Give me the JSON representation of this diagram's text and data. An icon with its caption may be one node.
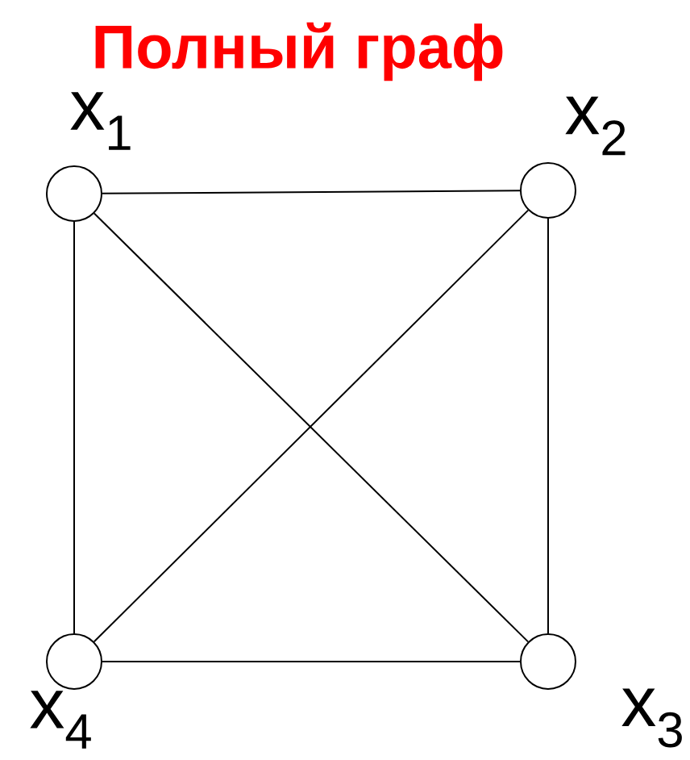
{
  "diagram": {
    "title": "Полный граф",
    "nodes": [
      {
        "text": [],
        "shape": "circle",
        "beside": [
          "x$_{1}$"
        ]
      },
      {
        "text": [],
        "shape": "circle",
        "beside": [
          "x$_{2}$"
        ]
      },
      {
        "text": [],
        "shape": "circle",
        "beside": [
          "x$_{3}$"
        ]
      },
      {
        "text": [],
        "shape": "circle",
        "beside": [
          "x$_{4}$"
        ]
      }
    ],
    "edges": [
      {
        "from": 0,
        "to": 1,
        "arrow": "none"
      },
      {
        "from": 1,
        "to": 2,
        "arrow": "none"
      },
      {
        "from": 2,
        "to": 3,
        "arrow": "none"
      },
      {
        "from": 3,
        "to": 0,
        "arrow": "none"
      },
      {
        "from": 0,
        "to": 2,
        "arrow": "none"
      },
      {
        "from": 1,
        "to": 3,
        "arrow": "none"
      }
    ]
  }
}
